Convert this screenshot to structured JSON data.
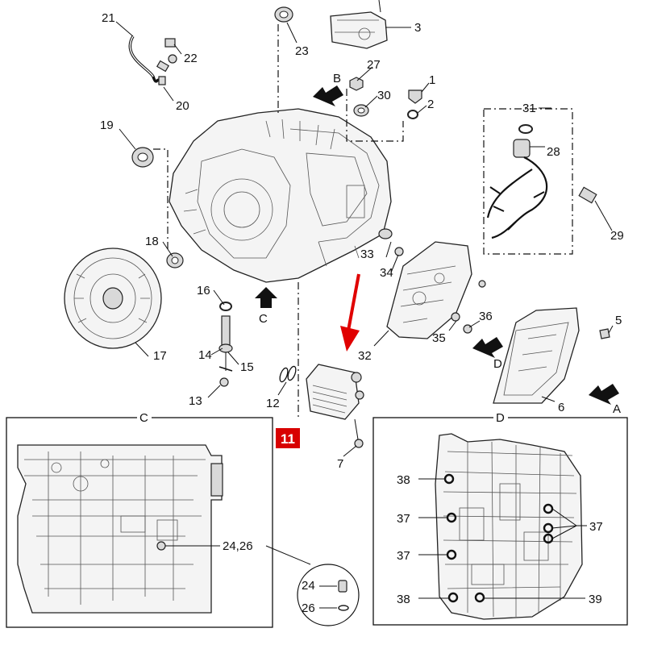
{
  "callouts": {
    "n1": "1",
    "n2": "2",
    "n3": "3",
    "n5": "5",
    "n6": "6",
    "n7": "7",
    "n12": "12",
    "n13": "13",
    "n14": "14",
    "n15": "15",
    "n16": "16",
    "n17": "17",
    "n18": "18",
    "n19": "19",
    "n20": "20",
    "n21": "21",
    "n22": "22",
    "n23": "23",
    "n27": "27",
    "n28": "28",
    "n29": "29",
    "n30": "30",
    "n31": "31",
    "n32": "32",
    "n33": "33",
    "n34": "34",
    "n35": "35",
    "n36": "36"
  },
  "view_letters": {
    "A": "A",
    "B": "B",
    "C": "C",
    "D": "D"
  },
  "highlight_badge": {
    "text": "11",
    "color": "#d80000"
  },
  "arrow_color": "#e00000",
  "inset_c": {
    "title": "C",
    "callout_main": "24,26",
    "detail_24": "24",
    "detail_26": "26"
  },
  "inset_d": {
    "title": "D",
    "c38_top": "38",
    "c37_left_upper": "37",
    "c37_left_lower": "37",
    "c38_bottom": "38",
    "c37_right": "37",
    "c39": "39"
  }
}
